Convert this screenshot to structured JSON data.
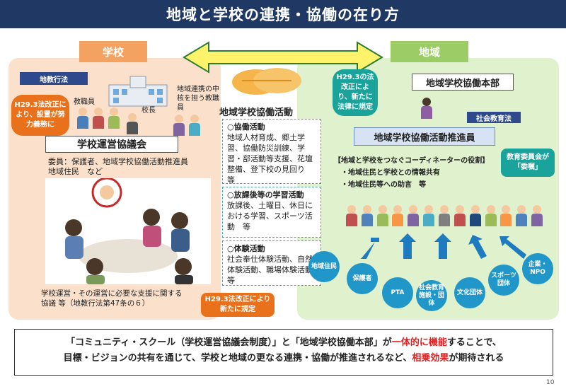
{
  "title": "地域と学校の連携・協働の在り方",
  "school": {
    "tab": "学校",
    "law_label": "地教行法",
    "bubble": "H29.3法改正により、設置が努力義務に",
    "staff_label": "教職員",
    "principal_label": "校長",
    "core_staff_label": "地域連携の中核を担う教職員",
    "council_title": "学校運営協議会",
    "members": "委員：保護者、地域学校協働活動推進員\n地域住民　など",
    "council_desc": "学校運営・その運営に必要な支援に関する協議 等（地教行法第47条の６）",
    "amend_bubble": "H29.3法改正により新たに規定"
  },
  "activities": {
    "header": "地域学校協働活動",
    "items": [
      {
        "title": "○協働活動",
        "text": "地域人材育成、郷土学習、協働防災訓練、学習・部活動等支援、花壇整備、登下校の見回り　等"
      },
      {
        "title": "○放課後等の学習活動",
        "text": "放課後、土曜日、休日における学習、スポーツ活動　等"
      },
      {
        "title": "○体験活動",
        "text": "社会奉仕体験活動、自然体験活動、職場体験活動　等"
      }
    ]
  },
  "community": {
    "tab": "地域",
    "bubble": "H29.3の法改正により、新たに法律に規定",
    "headquarters": "地域学校協働本部",
    "social_ed_law": "社会教育法",
    "promoter": "地域学校協働活動推進員",
    "role_title": "【地域と学校をつなぐコーディネーターの役割】",
    "roles": [
      "・地域住民と学校との情報共有",
      "・地域住民等への助言　等"
    ],
    "board_bubble": "教育委員会が「委嘱」",
    "groups": [
      "地域住民",
      "保護者",
      "PTA",
      "社会教育施設・団体",
      "文化団体",
      "スポーツ団体",
      "企業・NPO"
    ]
  },
  "summary": {
    "p1": "「コミュニティ・スクール（学校運営協議会制度）」と「地域学校協働本部」が",
    "p2": "一体的に機能",
    "p3": "することで、",
    "p4": "目標・ビジョンの共有を通じて、学校と地域の更なる連携・協働が推進されるなど、",
    "p5": "相乗効果",
    "p6": "が期待される"
  },
  "page_number": "10",
  "colors": {
    "navy": "#1f3864",
    "school": "#fbe1cc",
    "community": "#e0f2cd",
    "accent_red": "#e02020",
    "circle_blue": "#2196c9"
  }
}
